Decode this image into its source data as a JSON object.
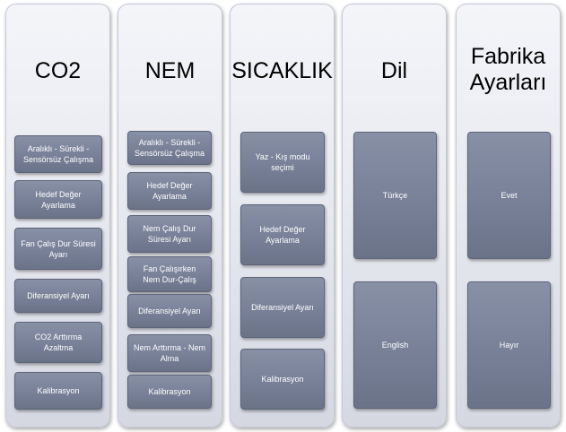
{
  "columns": [
    {
      "title": "CO2",
      "items": [
        "Aralıklı - Sürekli - Sensörsüz Çalışma",
        "Hedef Değer Ayarlama",
        "Fan Çalış Dur Süresi Ayarı",
        "Diferansiyel Ayarı",
        "CO2 Arttırma Azaltma",
        "Kalibrasyon"
      ]
    },
    {
      "title": "NEM",
      "items": [
        "Aralıklı - Sürekli - Sensörsüz Çalışma",
        "Hedef Değer Ayarlama",
        "Nem Çalış Dur Süresi Ayarı",
        "Fan Çalışırken Nem Dur-Çalış",
        "Diferansiyel Ayarı",
        "Nem Arttırma - Nem Alma",
        "Kalibrasyon"
      ]
    },
    {
      "title": "SICAKLIK",
      "items": [
        "Yaz - Kış modu seçimi",
        "Hedef Değer Ayarlama",
        "Diferansiyel Ayarı",
        "Kalibrasyon"
      ]
    },
    {
      "title": "Dil",
      "items": [
        "Türkçe",
        "English"
      ]
    },
    {
      "title": "Fabrika Ayarları",
      "items": [
        "Evet",
        "Hayır"
      ]
    }
  ]
}
